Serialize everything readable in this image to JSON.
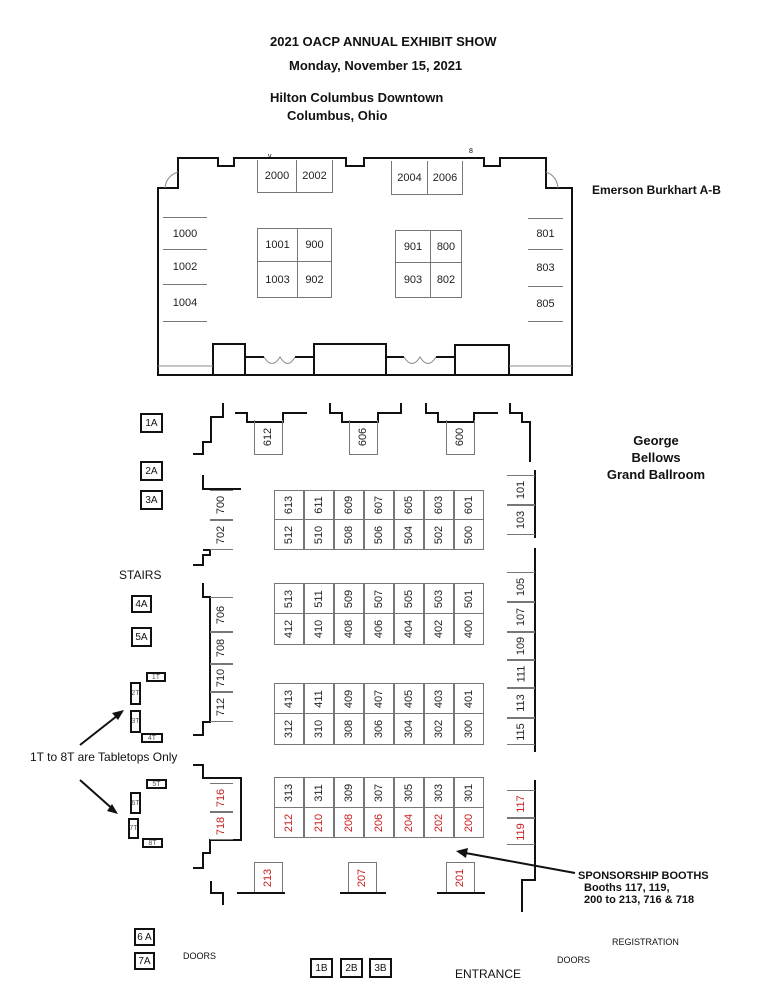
{
  "header": {
    "title": "2021 OACP ANNUAL  EXHIBIT SHOW",
    "date": "Monday, November 15, 2021",
    "venue": "Hilton Columbus Downtown",
    "city": "Columbus, Ohio"
  },
  "rooms": {
    "upper": "Emerson Burkhart A-B",
    "ballroom_lines": [
      "George",
      "Bellows",
      "Grand Ballroom"
    ]
  },
  "upper_room": {
    "marks": [
      "v",
      "8"
    ],
    "booths": [
      "2000",
      "2002",
      "2004",
      "2006",
      "1000",
      "1002",
      "1004",
      "1001",
      "900",
      "1003",
      "902",
      "901",
      "800",
      "903",
      "802",
      "801",
      "803",
      "805"
    ]
  },
  "ballroom": {
    "top_wall": [
      "612",
      "606",
      "600"
    ],
    "block_rows": [
      [
        "613",
        "611",
        "609",
        "607",
        "605",
        "603",
        "601"
      ],
      [
        "512",
        "510",
        "508",
        "506",
        "504",
        "502",
        "500"
      ],
      [
        "513",
        "511",
        "509",
        "507",
        "505",
        "503",
        "501"
      ],
      [
        "412",
        "410",
        "408",
        "406",
        "404",
        "402",
        "400"
      ],
      [
        "413",
        "411",
        "409",
        "407",
        "405",
        "403",
        "401"
      ],
      [
        "312",
        "310",
        "308",
        "306",
        "304",
        "302",
        "300"
      ],
      [
        "313",
        "311",
        "309",
        "307",
        "305",
        "303",
        "301"
      ],
      [
        "212",
        "210",
        "208",
        "206",
        "204",
        "202",
        "200"
      ]
    ],
    "left_wall": [
      "700",
      "702",
      "706",
      "708",
      "710",
      "712",
      "716",
      "718"
    ],
    "right_wall": [
      "101",
      "103",
      "105",
      "107",
      "109",
      "111",
      "113",
      "115",
      "117",
      "119"
    ],
    "bottom_wall": [
      "213",
      "207",
      "201"
    ],
    "sponsor_booths": [
      "117",
      "119",
      "200",
      "202",
      "204",
      "206",
      "208",
      "210",
      "212",
      "213",
      "201",
      "207",
      "716",
      "718"
    ]
  },
  "tables": [
    "1A",
    "2A",
    "3A",
    "4A",
    "5A",
    "6 A",
    "7A",
    "1B",
    "2B",
    "3B"
  ],
  "tabletops": [
    "1T",
    "2T",
    "3T",
    "4T",
    "5T",
    "6T",
    "7T",
    "8T"
  ],
  "labels": {
    "stairs": "STAIRS",
    "tabletops_note": "1T to 8T are Tabletops Only",
    "sponsor_title": "SPONSORSHIP BOOTHS",
    "sponsor_lines": [
      "Booths 117, 119,",
      "200 to 213, 716 & 718"
    ],
    "registration": "REGISTRATION",
    "doors_left": "DOORS",
    "doors_right": "DOORS",
    "entrance": "ENTRANCE"
  },
  "colors": {
    "sponsor": "#c8201e",
    "line": "#111111",
    "booth_line": "#777777"
  }
}
